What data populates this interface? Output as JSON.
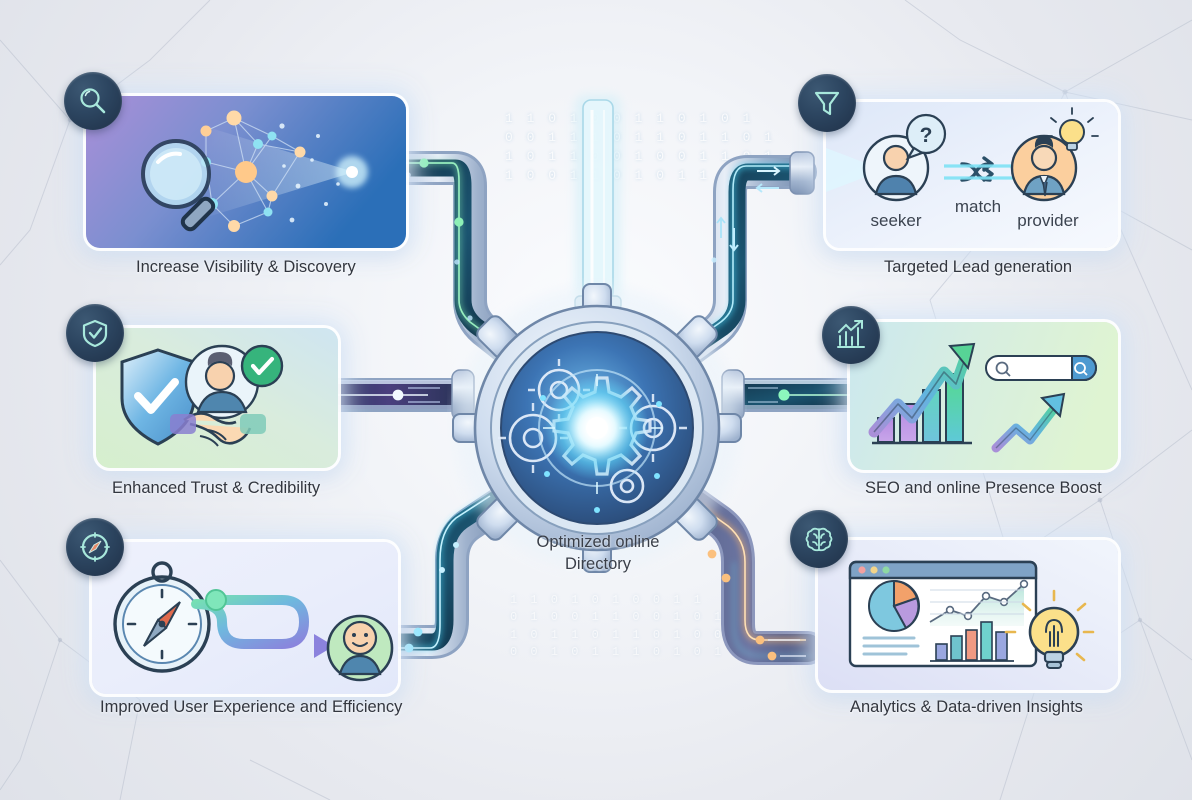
{
  "diagram": {
    "title_center": "Optimized online\nDirectory",
    "center_hub": {
      "label_line1": "Optimized online",
      "label_line2": "Directory",
      "icon": "gear-hub-icon"
    },
    "background": {
      "binary_top": [
        "1 1 0 1 0 0 1 1 0 1 0 1",
        "0 0 1 1 1 0 1 1 0 1 1 0 1",
        "1 0 1 1 0 0 1 0 0 1 1 0 1",
        "1 0 0 1 1 0 1 0 1 1 0 1 0"
      ],
      "binary_bottom": [
        "1 1 0 1 0 1 0 0 1 1",
        "0 1 0 0 1 1 0 0 1 0 1 1",
        "1 0 1 1 0 1 1 0 1 0 0 1",
        "0 0 1 0 1 1 1 0 1 0 1 1"
      ],
      "accent_network": "polygon-mesh"
    },
    "colors": {
      "page_bg": "#eceef3",
      "badge_bg": "#2c4560",
      "badge_icon": "#9fe8e0",
      "pipe_shell": "#8fa4c4",
      "pipe_core_dark": "#1d4a63",
      "glow_green": "#6ee7a8",
      "glow_cyan": "#4fd8f5",
      "glow_purple": "#8f7fe0",
      "glow_orange": "#f7b774",
      "caption_text": "#32363f"
    },
    "panels": [
      {
        "id": "visibility",
        "caption": "Increase Visibility & Discovery",
        "badge_icon": "magnifier-icon",
        "position": "top-left",
        "card_gradient": [
          "#a58ed6",
          "#2f6fb5"
        ],
        "illustration": "magnifying-glass-over-network-nodes-with-light-beam"
      },
      {
        "id": "leads",
        "caption": "Targeted Lead generation",
        "badge_icon": "funnel-icon",
        "position": "top-right",
        "card_gradient": [
          "#e7effb",
          "#f4f7fd"
        ],
        "illustration": "seeker-to-provider-match",
        "inner_labels": {
          "left_person": "seeker",
          "center": "match",
          "right_person": "provider"
        }
      },
      {
        "id": "trust",
        "caption": "Enhanced Trust & Credibility",
        "badge_icon": "shield-check-icon",
        "position": "middle-left",
        "card_gradient": [
          "#d9f0d2",
          "#cfe6f2"
        ],
        "illustration": "shield-with-check-and-handshake-verified-user"
      },
      {
        "id": "seo",
        "caption": "SEO and online Presence Boost",
        "badge_icon": "bar-chart-growth-icon",
        "position": "middle-right",
        "card_gradient": [
          "#cfeaf0",
          "#dff3d4"
        ],
        "illustration": "rising-arrows-bar-chart-and-search-bar"
      },
      {
        "id": "ux",
        "caption": "Improved User Experience and Efficiency",
        "badge_icon": "compass-icon",
        "position": "bottom-left",
        "card_gradient": [
          "#eef1fb",
          "#e6ecfa"
        ],
        "illustration": "compass-with-path-to-happy-user"
      },
      {
        "id": "analytics",
        "caption": "Analytics & Data-driven Insights",
        "badge_icon": "brain-icon",
        "position": "bottom-right",
        "card_gradient": [
          "#e3e5f7",
          "#eef2fb"
        ],
        "illustration": "dashboard-with-pie-line-bar-charts-and-lightbulb"
      }
    ]
  }
}
